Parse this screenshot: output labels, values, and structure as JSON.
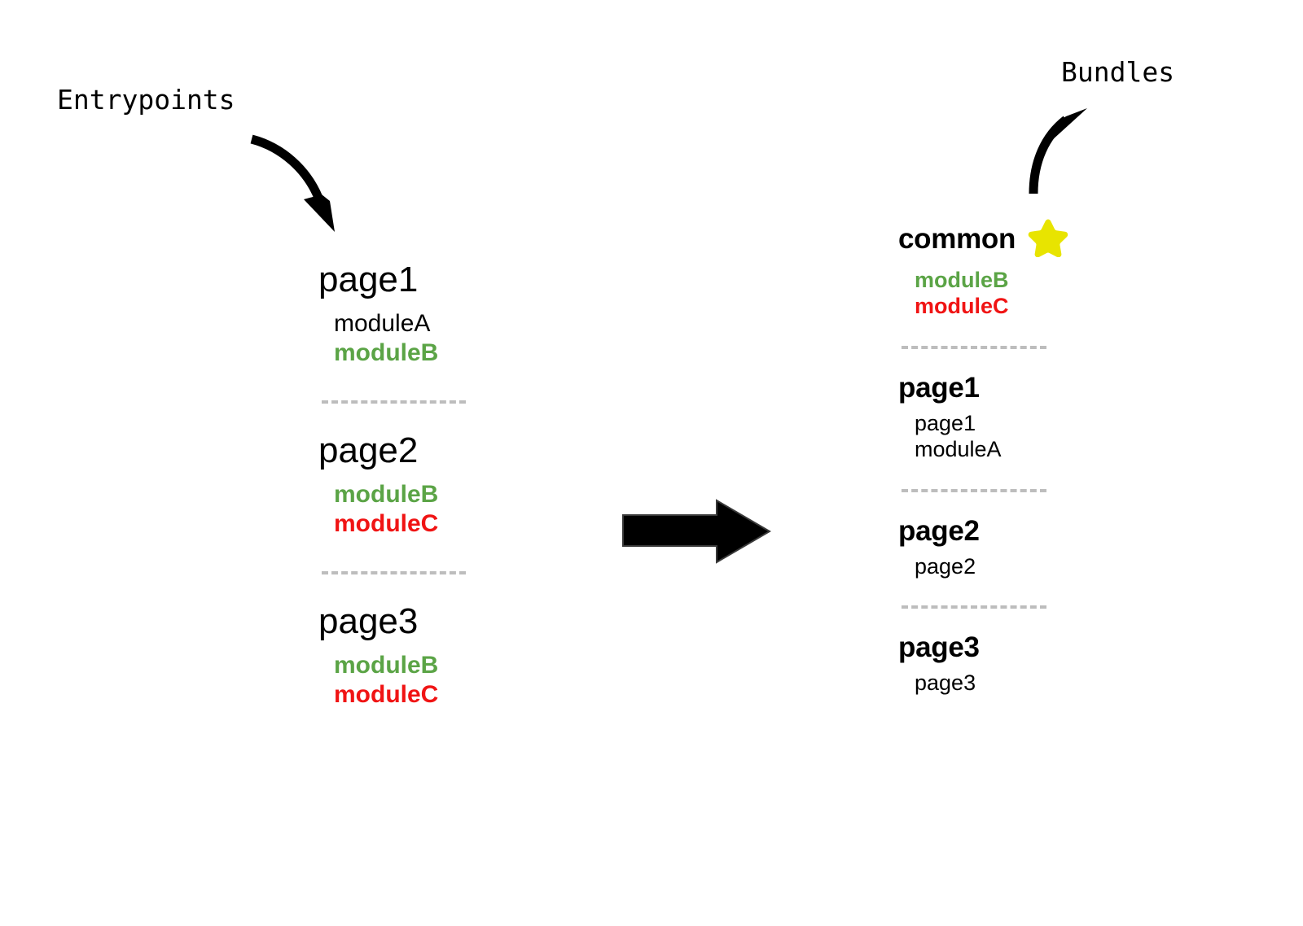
{
  "diagram": {
    "type": "flow",
    "title": "Entrypoints to Bundles transformation",
    "colors": {
      "green": "#5ba446",
      "red": "#f01414",
      "star_yellow": "#e8e400",
      "divider_gray": "#bdbdbd",
      "text_black": "#000000",
      "background": "#ffffff"
    }
  },
  "labels": {
    "entrypoints": "Entrypoints",
    "bundles": "Bundles"
  },
  "icons": {
    "entry_arrow": "curved-arrow-down-right",
    "bundles_arrow": "curved-arrow-up-right",
    "transform_arrow": "thick-arrow-right",
    "star": "star-icon"
  },
  "left_column": {
    "name": "entrypoints",
    "groups": [
      {
        "title": "page1",
        "star": false,
        "items": [
          {
            "text": "moduleA",
            "style": "normal"
          },
          {
            "text": "moduleB",
            "style": "green"
          }
        ]
      },
      {
        "title": "page2",
        "star": false,
        "items": [
          {
            "text": "moduleB",
            "style": "green"
          },
          {
            "text": "moduleC",
            "style": "red"
          }
        ]
      },
      {
        "title": "page3",
        "star": false,
        "items": [
          {
            "text": "moduleB",
            "style": "green"
          },
          {
            "text": "moduleC",
            "style": "red"
          }
        ]
      }
    ]
  },
  "right_column": {
    "name": "bundles",
    "groups": [
      {
        "title": "common",
        "star": true,
        "items": [
          {
            "text": "moduleB",
            "style": "green"
          },
          {
            "text": "moduleC",
            "style": "red"
          }
        ]
      },
      {
        "title": "page1",
        "star": false,
        "items": [
          {
            "text": "page1",
            "style": "normal"
          },
          {
            "text": "moduleA",
            "style": "normal"
          }
        ]
      },
      {
        "title": "page2",
        "star": false,
        "items": [
          {
            "text": "page2",
            "style": "normal"
          }
        ]
      },
      {
        "title": "page3",
        "star": false,
        "items": [
          {
            "text": "page3",
            "style": "normal"
          }
        ]
      }
    ]
  }
}
